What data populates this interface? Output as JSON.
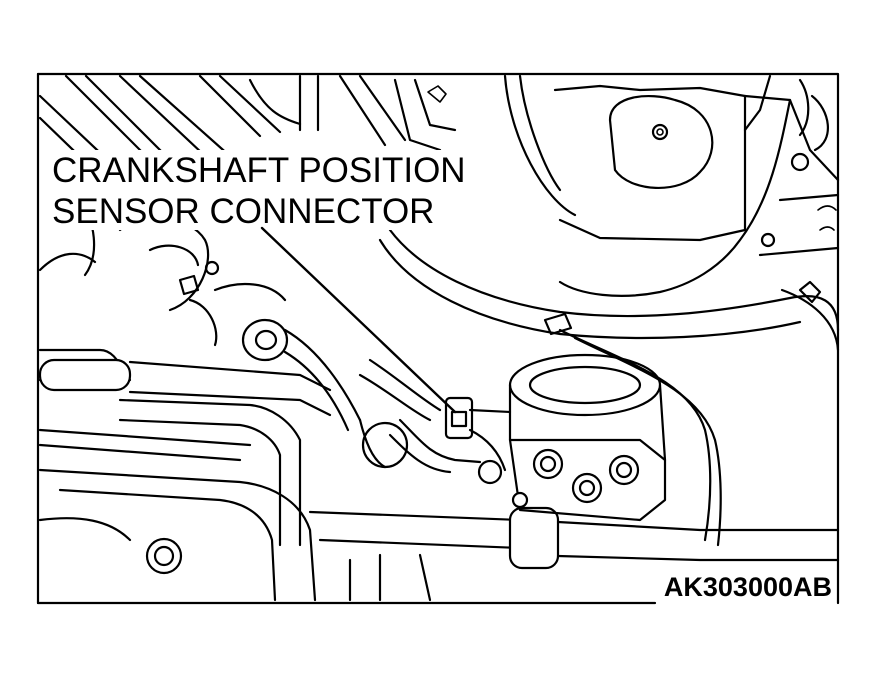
{
  "callout": {
    "line1": "CRANKSHAFT POSITION",
    "line2": "SENSOR CONNECTOR"
  },
  "figure_id": "AK303000AB",
  "colors": {
    "line": "#000000",
    "background": "#ffffff"
  },
  "icons": [
    "leader-line",
    "engine-line-drawing",
    "connector-sensor"
  ]
}
